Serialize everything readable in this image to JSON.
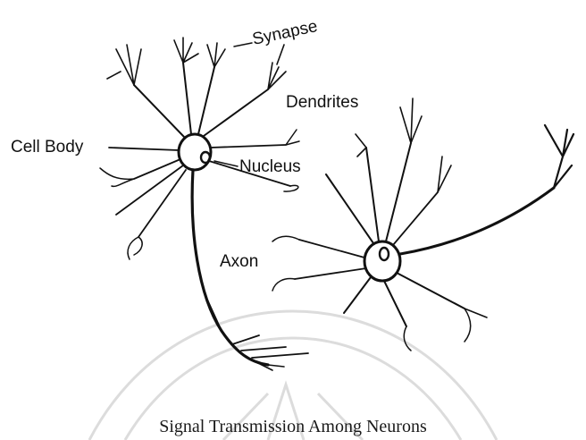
{
  "labels": {
    "synapse": "Synapse",
    "dendrites": "Dendrites",
    "cell_body": "Cell Body",
    "nucleus": "Nucleus",
    "axon": "Axon"
  },
  "caption": "Signal Transmission Among Neurons"
}
